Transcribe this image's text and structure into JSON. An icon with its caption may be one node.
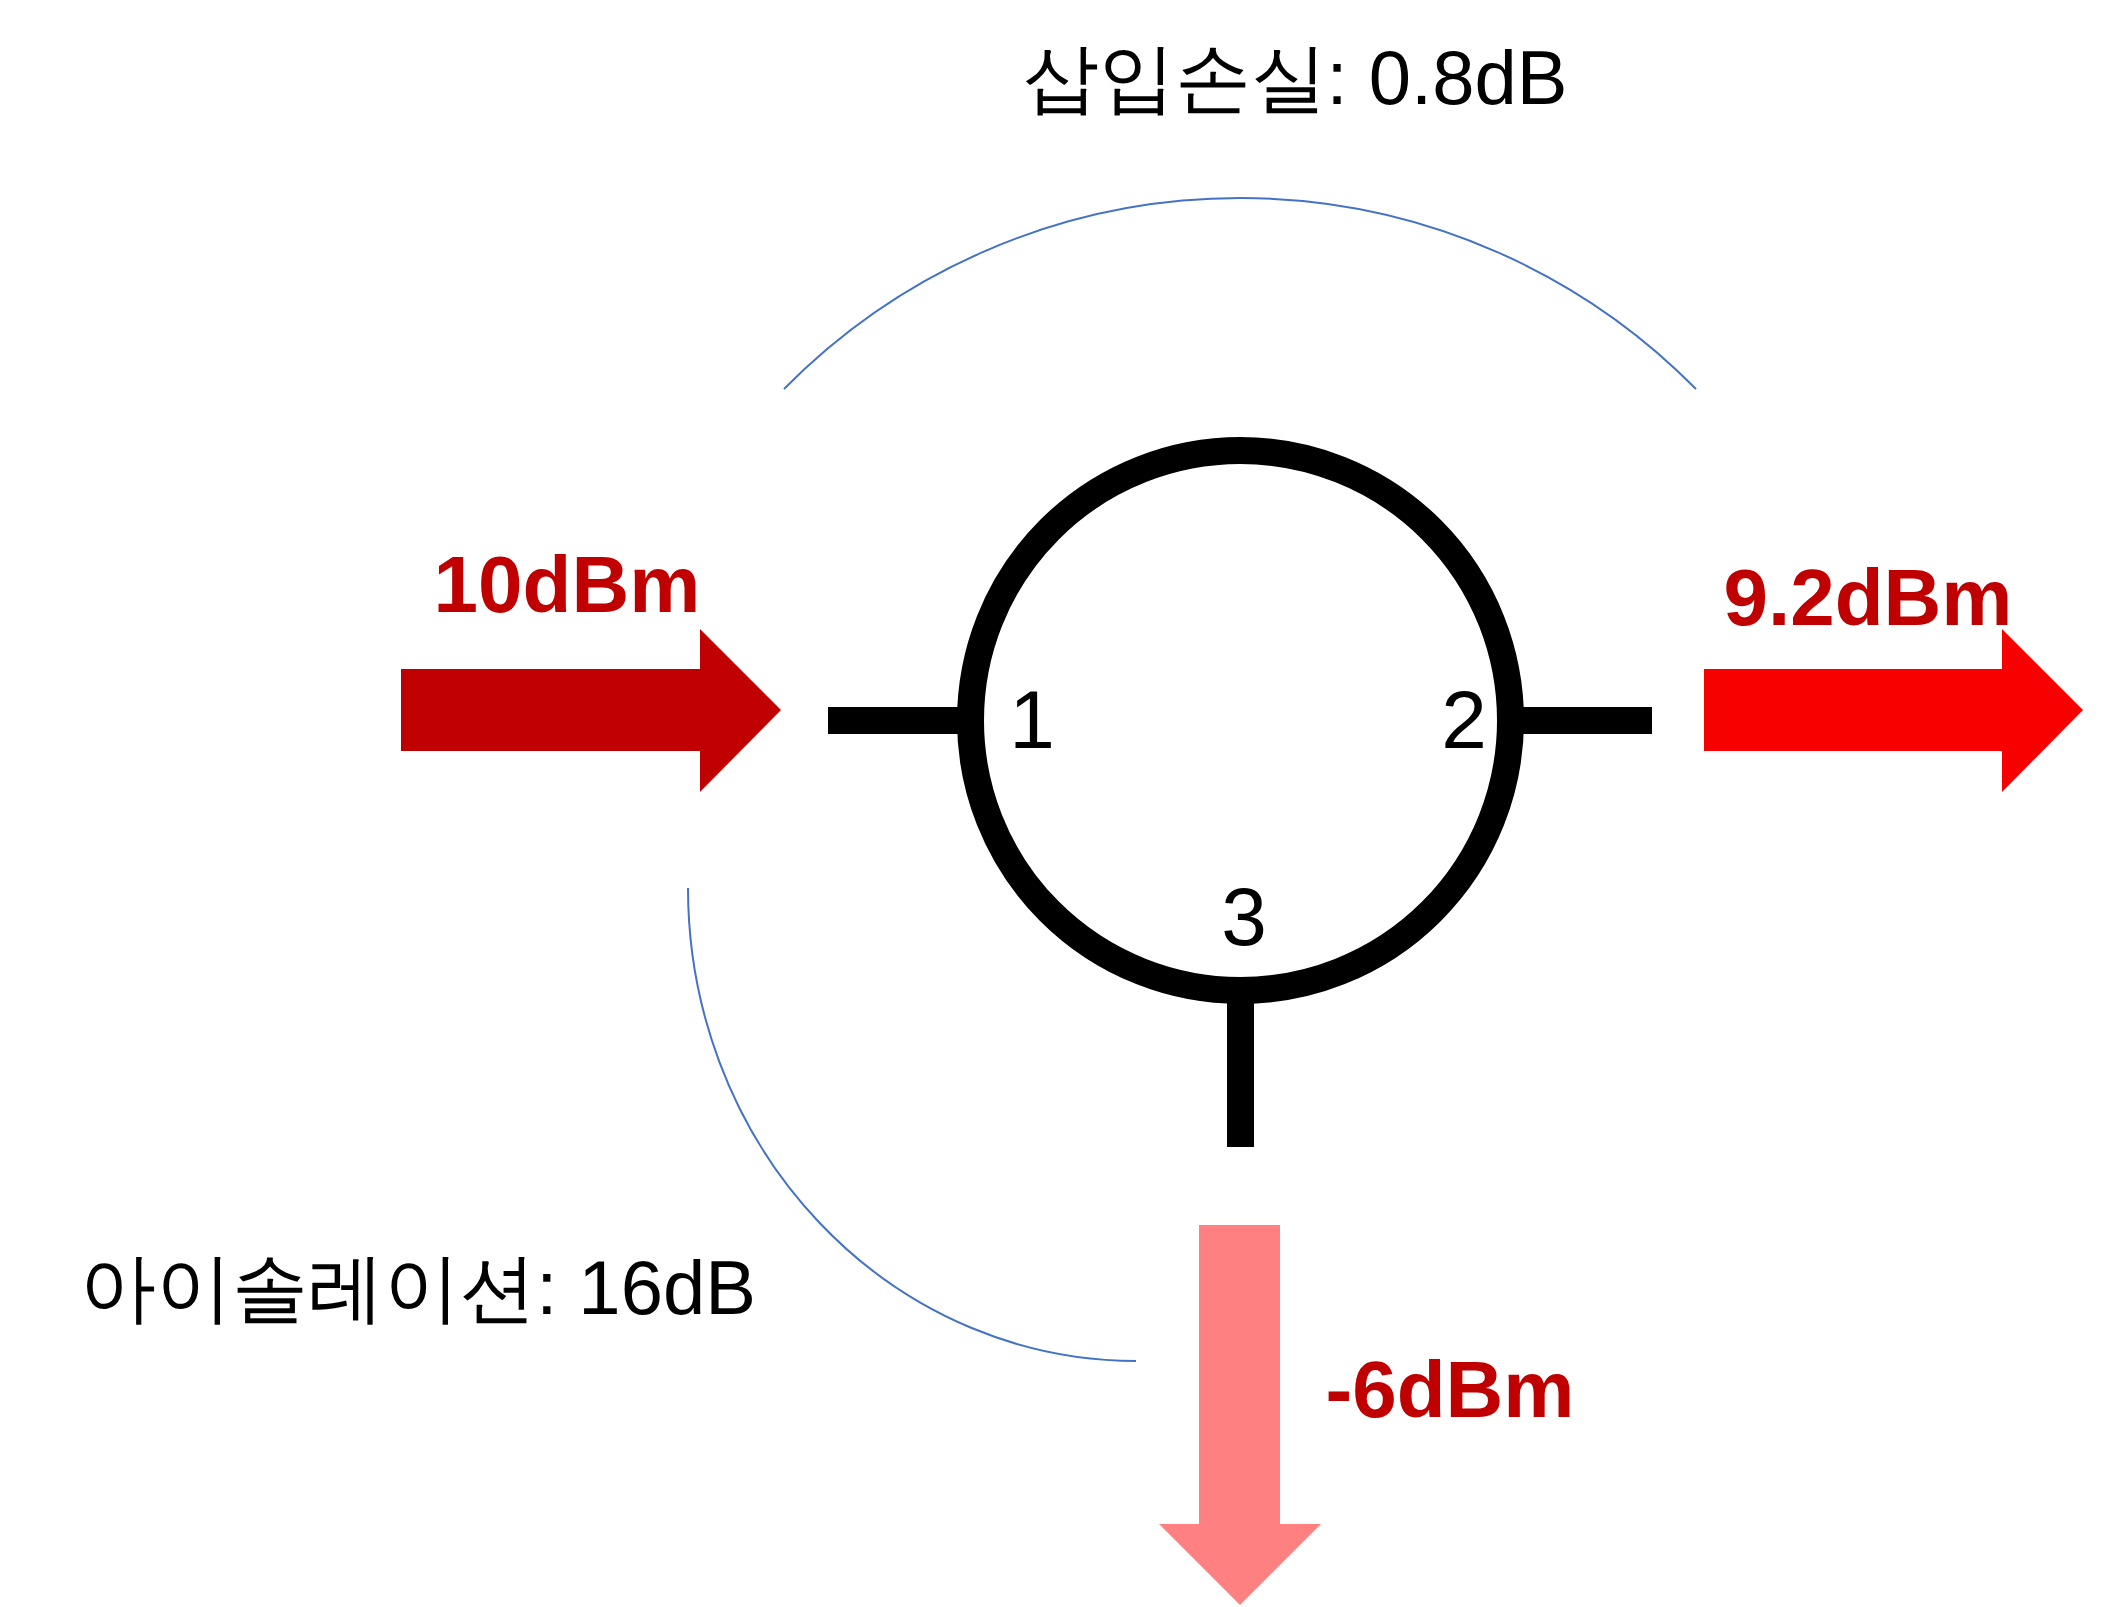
{
  "diagram": {
    "nodes": [
      {
        "text": [
          "1",
          "2",
          "3"
        ]
      }
    ],
    "labels": [
      "삽입손실: 0.8dB",
      "10dBm",
      "9.2dBm",
      "아이솔레이션: 16dB",
      "-6dBm"
    ]
  }
}
